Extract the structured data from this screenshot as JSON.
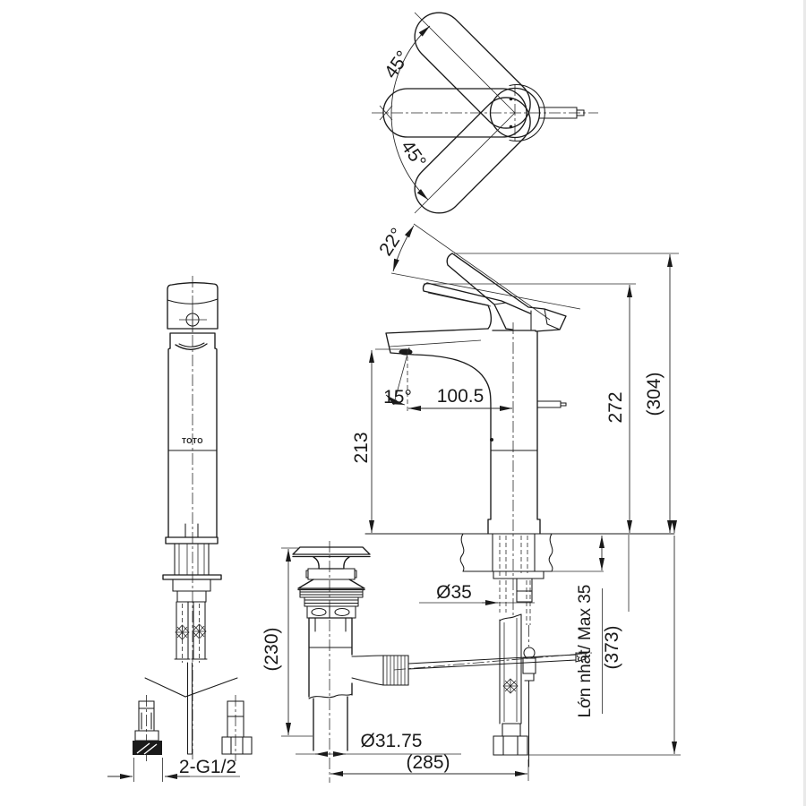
{
  "drawing": {
    "kind": "faucet technical dimension drawing",
    "line_color": "#1a1a1a",
    "background": "#ffffff"
  },
  "top_view": {
    "handle_swing_upper": "45°",
    "handle_swing_lower": "45°"
  },
  "side_view": {
    "lever_lift_angle": "22°",
    "spout_outlet_angle": "15°",
    "spout_reach": "100.5",
    "spout_height": "213",
    "height_to_lever": "272",
    "overall_height": "(304)",
    "shank_diameter": "Ø35",
    "max_deck_thickness": "Lớn nhất/ Max 35",
    "under_counter_depth": "(373)"
  },
  "front_view": {
    "brand": "TOTO",
    "supply_connection": "2-G1/2"
  },
  "drain_assembly": {
    "drain_height": "(230)",
    "tailpipe_diameter": "Ø31.75",
    "rod_offset": "(285)"
  }
}
